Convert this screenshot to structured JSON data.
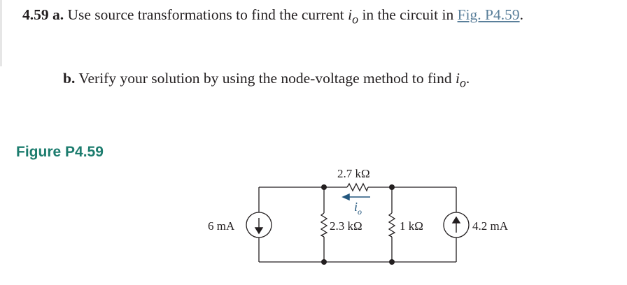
{
  "problem_a": {
    "number": "4.59",
    "part": "a.",
    "text": "Use source transformations to find the current",
    "var": "i",
    "sub": "o",
    "text_after": "in the circuit in",
    "link": "Fig. P4.59",
    "end": "."
  },
  "problem_b": {
    "part": "b.",
    "text": "Verify your solution by using the node-voltage method to find",
    "var": "i",
    "sub": "o",
    "end": "."
  },
  "figure": {
    "title": "Figure P4.59",
    "labels": {
      "top_resistor": "2.7 kΩ",
      "current_var": "i",
      "current_sub": "o",
      "left_source": "6 mA",
      "mid_resistor": "2.3 kΩ",
      "right_resistor": "1 kΩ",
      "right_source": "4.2 mA"
    }
  }
}
